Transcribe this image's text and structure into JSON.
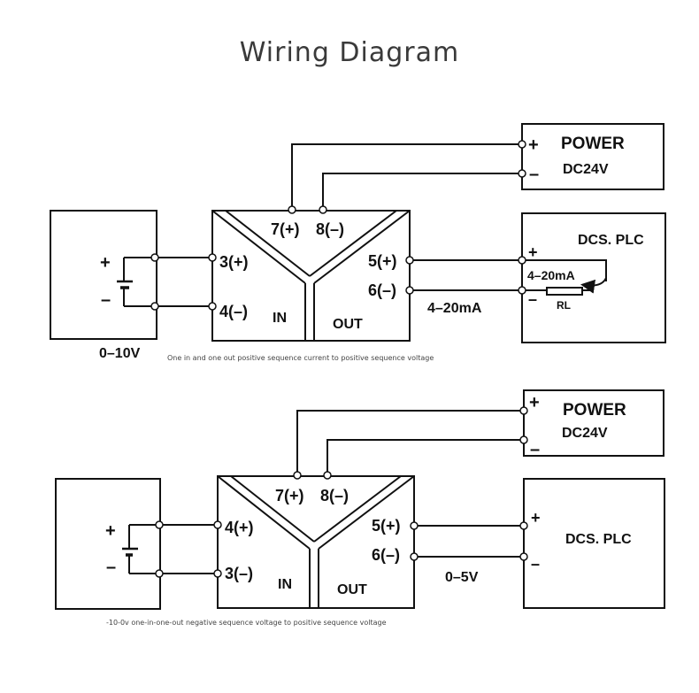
{
  "title": "Wiring Diagram",
  "diagram1": {
    "source_label": "0–10V",
    "source_plus": "+",
    "source_minus": "–",
    "power_plus": "+",
    "power_minus": "–",
    "power_title": "POWER",
    "power_voltage": "DC24V",
    "terminal_7": "7(+)",
    "terminal_8": "8(–)",
    "terminal_in_pos": "3(+)",
    "terminal_in_neg": "4(–)",
    "terminal_5": "5(+)",
    "terminal_6": "6(–)",
    "in_label": "IN",
    "out_label": "OUT",
    "output_signal": "4–20mA",
    "plc_title": "DCS. PLC",
    "plc_plus": "+",
    "plc_minus": "–",
    "loop_current": "4–20mA",
    "load_resistor": "RL",
    "caption": "One in and one out positive sequence current to positive sequence voltage"
  },
  "diagram2": {
    "source_plus": "+",
    "source_minus": "–",
    "power_plus": "+",
    "power_minus": "–",
    "power_title": "POWER",
    "power_voltage": "DC24V",
    "terminal_7": "7(+)",
    "terminal_8": "8(–)",
    "terminal_in_pos": "4(+)",
    "terminal_in_neg": "3(–)",
    "terminal_5": "5(+)",
    "terminal_6": "6(–)",
    "in_label": "IN",
    "out_label": "OUT",
    "output_signal": "0–5V",
    "plc_title": "DCS. PLC",
    "plc_plus": "+",
    "plc_minus": "–",
    "caption": "-10-0v one-in-one-out negative sequence voltage to positive sequence voltage"
  }
}
